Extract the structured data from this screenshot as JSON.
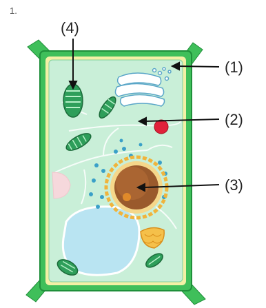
{
  "corner_mark": "1.",
  "labels": {
    "l1": "(1)",
    "l2": "(2)",
    "l3": "(3)",
    "l4": "(4)"
  },
  "colors": {
    "cell_wall": "#3fbf5a",
    "cell_wall_dark": "#1f8f3a",
    "membrane": "#f3f0a6",
    "cytoplasm": "#c9efd8",
    "vacuole": "#b9e4f2",
    "nucleus": "#9a5a2c",
    "nuclear_envelope": "#f0b43c",
    "chloroplast": "#2e9e5a",
    "golgi": "#ffffff",
    "vesicle": "#e0213a",
    "ribosome": "#3aa0c8",
    "arrow": "#111111"
  },
  "parts": [
    "cell-wall",
    "cell-membrane",
    "cytoplasm",
    "vacuole",
    "nucleus",
    "chloroplast",
    "golgi-apparatus",
    "mitochondrion",
    "endoplasmic-reticulum"
  ]
}
